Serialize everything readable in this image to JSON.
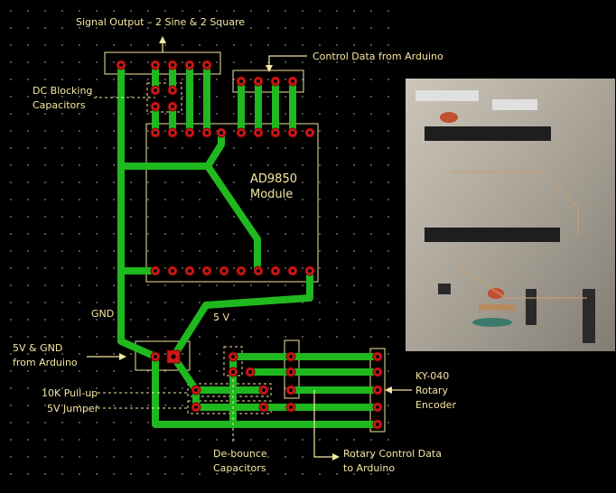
{
  "labels": {
    "signal_output": "Signal Output – 2 Sine & 2 Square",
    "control_data": "Control Data  from Arduino",
    "dc_blocking_1": "DC Blocking",
    "dc_blocking_2": "Capacitors",
    "module_1": "AD9850",
    "module_2": "Module",
    "gnd": "GND",
    "fivev": "5 V",
    "power_1": "5V & GND",
    "power_2": "from Arduino",
    "pullup": "10K Pull-up",
    "jumper": "5V Jumper",
    "debounce_1": "De-bounce",
    "debounce_2": "Capacitors",
    "rotary_data_1": "Rotary Control Data",
    "rotary_data_2": "to Arduino",
    "encoder_1": "KY-040",
    "encoder_2": "Rotary",
    "encoder_3": "Encoder"
  },
  "colors": {
    "background": "#000000",
    "trace": "#1fb81f",
    "label": "#f5e6a0",
    "pad": "#cc1a1a"
  }
}
